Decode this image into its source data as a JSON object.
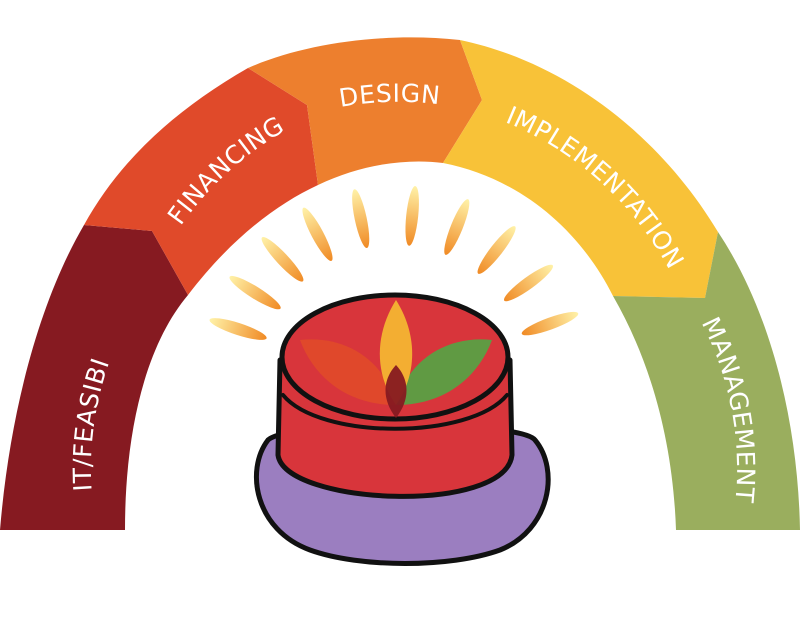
{
  "stages": [
    {
      "label": "AUDIT/FEASIBILITY",
      "color": "#861a21"
    },
    {
      "label": "FINANCING",
      "color": "#e04a2a"
    },
    {
      "label": "DESIGN",
      "color": "#ed7f2e"
    },
    {
      "label": "IMPLEMENTATION",
      "color": "#f8c238"
    },
    {
      "label": "MANAGEMENT",
      "color": "#9aae5e"
    }
  ],
  "button": {
    "body_color": "#d8353b",
    "base_color": "#9b7ec0",
    "ray_inner_color": "#fff2a8",
    "ray_outer_color": "#f08a24"
  },
  "logo": {
    "colors": [
      "#e04a2a",
      "#f4b532",
      "#5aa043",
      "#861a21"
    ]
  }
}
